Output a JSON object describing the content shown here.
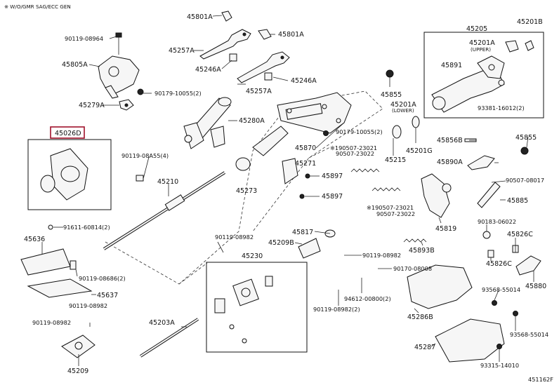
{
  "header_note": "※ W/O/GMR SAG/ECC GEN",
  "footer_code": "451162F",
  "highlight_color": "#a0102a",
  "labels": {
    "p90119_08964": "90119-08964",
    "p45805A": "45805A",
    "p45279A": "45279A",
    "p90179_10055_2a": "90179-10055(2)",
    "p45801A_a": "45801A",
    "p45801A_b": "45801A",
    "p45257A_a": "45257A",
    "p45246A_a": "45246A",
    "p45246A_b": "45246A",
    "p45257A_b": "45257A",
    "p45280A": "45280A",
    "p45026D": "45026D",
    "p90119_08A55_4": "90119-08A55(4)",
    "p45210": "45210",
    "p45271": "45271",
    "p45273": "45273",
    "p45897_a": "45897",
    "p45897_b": "45897",
    "p45870": "45870",
    "p45855_a": "45855",
    "p45201A_low": "45201A",
    "p45201A_low_sub": "(LOWER)",
    "p90179_10055_2b": "90179-10055(2)",
    "p190507_23021_a": "※190507-23021",
    "p90507_23022_a": "90507-23022",
    "p45215": "45215",
    "p45201G": "45201G",
    "p45205": "45205",
    "p45201B": "45201B",
    "p45201A_up": "45201A",
    "p45201A_up_sub": "(UPPER)",
    "p45891": "45891",
    "p93381_16012_2": "93381-16012(2)",
    "p45856B": "45856B",
    "p45855_b": "45855",
    "p45890A": "45890A",
    "p90507_08017": "90507-08017",
    "p45885": "45885",
    "p190507_23021_b": "※190507-23021",
    "p90507_23022_b": "90507-23022",
    "p45819": "45819",
    "p90183_06022": "90183-06022",
    "p45826C_a": "45826C",
    "p45826C_b": "45826C",
    "p45880": "45880",
    "p45893B": "45893B",
    "p91611_60814_2": "91611-60814(2)",
    "p45636": "45636",
    "p90119_08686_2": "90119-08686(2)",
    "p45637": "45637",
    "p90119_08982_a": "90119-08982",
    "p90119_08982_b": "90119-08982",
    "p90119_08982_c": "90119-08982",
    "p90119_08982_d": "90119-08982",
    "p90119_08982_e": "90119-08982(2)",
    "p45817": "45817",
    "p45209B": "45209B",
    "p45230": "45230",
    "p90170_08008": "90170-08008",
    "p94612_00800_2": "94612-00800(2)",
    "p45286B": "45286B",
    "p93568_55014_a": "93568-55014",
    "p93568_55014_b": "93568-55014",
    "p45287": "45287",
    "p93315_14010": "93315-14010",
    "p45203A": "45203A",
    "p45209": "45209"
  }
}
